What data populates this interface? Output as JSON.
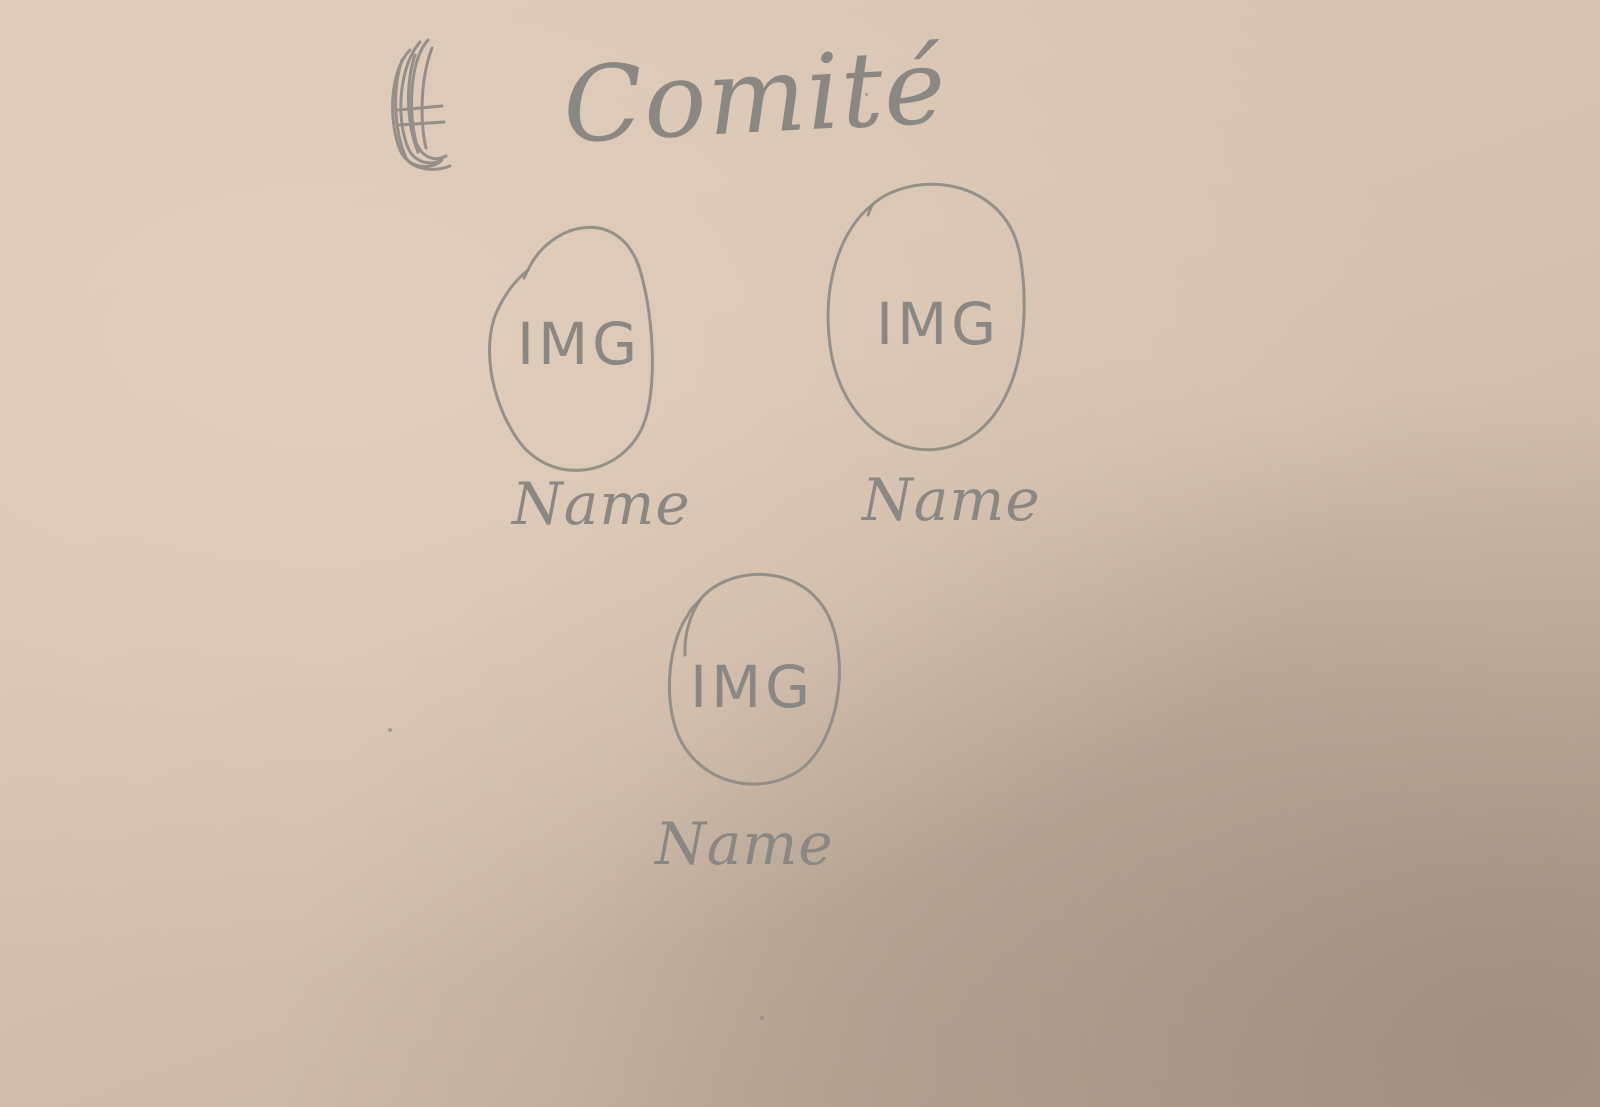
{
  "section": {
    "title": "Comité",
    "bullet_icon": "scribble-bullet-icon"
  },
  "members": [
    {
      "image_placeholder": "IMG",
      "name": "Name"
    },
    {
      "image_placeholder": "IMG",
      "name": "Name"
    },
    {
      "image_placeholder": "IMG",
      "name": "Name"
    }
  ],
  "colors": {
    "paper": "#d8c5b3",
    "pencil": "#8d8984"
  }
}
